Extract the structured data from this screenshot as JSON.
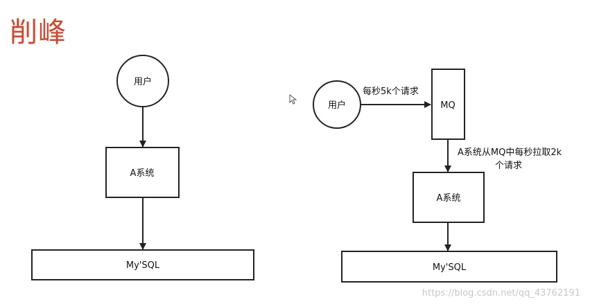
{
  "title": "削峰",
  "left": {
    "user": "用户",
    "system": "A系统",
    "database": "My'SQL"
  },
  "right": {
    "user": "用户",
    "queue": "MQ",
    "system": "A系统",
    "database": "My'SQL",
    "arrow_user_to_mq": "每秒5k个请求",
    "arrow_mq_to_system_line1": "A系统从MQ中每秒拉取2k",
    "arrow_mq_to_system_line2": "个请求"
  },
  "watermark": "https://blog.csdn.net/qq_43762191"
}
